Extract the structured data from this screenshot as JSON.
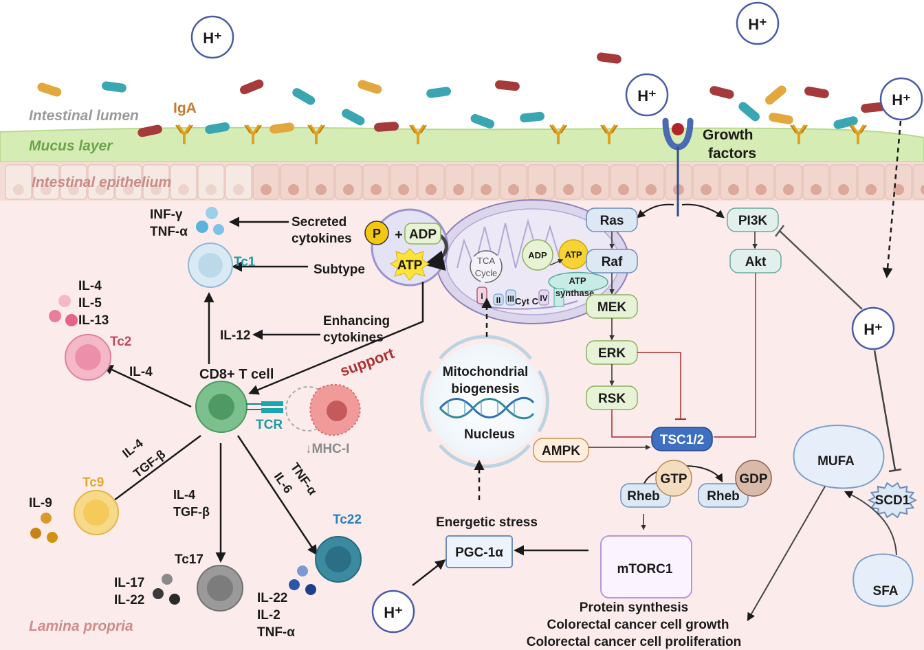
{
  "regions": {
    "lumen": "Intestinal lumen",
    "mucus": "Mucus layer",
    "epithelium": "Intestinal epithelium",
    "lamina": "Lamina propria"
  },
  "labels": {
    "iga": "IgA",
    "h_plus": "H⁺",
    "growth_factors_1": "Growth",
    "growth_factors_2": "factors",
    "inf_gamma": "INF-γ",
    "tnf_alpha": "TNF-α",
    "secreted_1": "Secreted",
    "secreted_2": "cytokines",
    "subtype": "Subtype",
    "enhancing_1": "Enhancing",
    "enhancing_2": "cytokines",
    "il12": "IL-12",
    "support": "support",
    "p": "P",
    "plus": "+",
    "adp": "ADP",
    "atp": "ATP",
    "tca_1": "TCA",
    "tca_2": "Cycle",
    "complex_i": "I",
    "complex_ii": "II",
    "complex_iii": "III",
    "cyt_c": "Cyt C",
    "complex_iv": "IV",
    "atp_synthase_1": "ATP",
    "atp_synthase_2": "synthase",
    "mito_bio_1": "Mitochondrial",
    "mito_bio_2": "biogenesis",
    "nucleus": "Nucleus",
    "energetic_stress": "Energetic stress",
    "pgc": "PGC-1α",
    "ras": "Ras",
    "raf": "Raf",
    "mek": "MEK",
    "erk": "ERK",
    "rsk": "RSK",
    "pi3k": "PI3K",
    "akt": "Akt",
    "tsc": "TSC1/2",
    "ampk": "AMPK",
    "rheb": "Rheb",
    "gtp": "GTP",
    "gdp": "GDP",
    "mtorc1": "mTORC1",
    "outcome_1": "Protein synthesis",
    "outcome_2": "Colorectal cancer cell growth",
    "outcome_3": "Colorectal cancer cell proliferation",
    "mufa": "MUFA",
    "scd1": "SCD1",
    "sfa": "SFA",
    "cd8": "CD8+ T cell",
    "tcr": "TCR",
    "mhc": "↓MHC-I",
    "tc1": "Tc1",
    "tc2": "Tc2",
    "tc9": "Tc9",
    "tc17": "Tc17",
    "tc22": "Tc22",
    "il4": "IL-4",
    "il5": "IL-5",
    "il13": "IL-13",
    "il9": "IL-9",
    "il6": "IL-6",
    "il17": "IL-17",
    "il22": "IL-22",
    "il2": "IL-2",
    "tgf": "TGF-β"
  },
  "colors": {
    "lamina_bg": "#fbeceb",
    "mucus": "#d6ecb5",
    "epithelium": "#f2dcd4",
    "teal_bacteria": "#3aa6b2",
    "red_bacteria": "#a53a3a",
    "orange_bacteria": "#e3a83d",
    "iga": "#e1a11d",
    "signal_box": "#dde8f5",
    "signal_green": "#e6f3d6",
    "tsc": "#3e6fc0",
    "hplus_stroke": "#4a5aa8",
    "red_line": "#a52a2a",
    "tc1": "#bcd9ea",
    "tc2": "#f1a0b6",
    "tc9": "#f7d070",
    "tc17": "#8f8f8f",
    "tc22": "#337f93",
    "cd8": "#7cc08e"
  }
}
